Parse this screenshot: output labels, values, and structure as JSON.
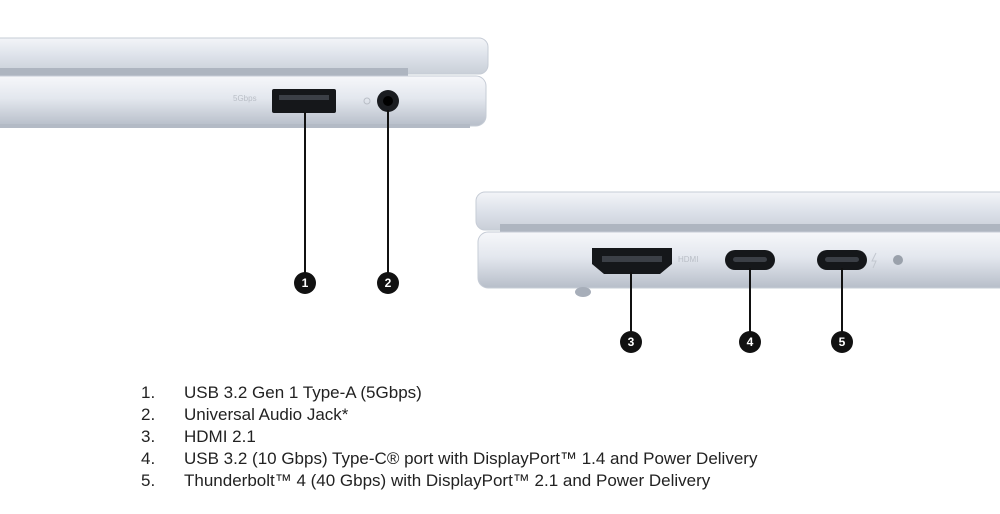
{
  "port_label_usba": "5Gbps",
  "port_label_hdmi": "HDMI",
  "callouts": [
    "1",
    "2",
    "3",
    "4",
    "5"
  ],
  "legend": [
    {
      "number": "1.",
      "text": "USB 3.2 Gen 1 Type-A (5Gbps)"
    },
    {
      "number": "2.",
      "text": "Universal Audio Jack*"
    },
    {
      "number": "3.",
      "text": "HDMI 2.1"
    },
    {
      "number": "4.",
      "text": "USB 3.2 (10 Gbps) Type-C® port with DisplayPort™ 1.4 and Power Delivery"
    },
    {
      "number": "5.",
      "text": "Thunderbolt™ 4 (40 Gbps) with DisplayPort™ 2.1 and Power Delivery"
    }
  ],
  "colors": {
    "chassis": "#e3e7ee",
    "port_black": "#15171a",
    "callout_fill": "#111111"
  }
}
